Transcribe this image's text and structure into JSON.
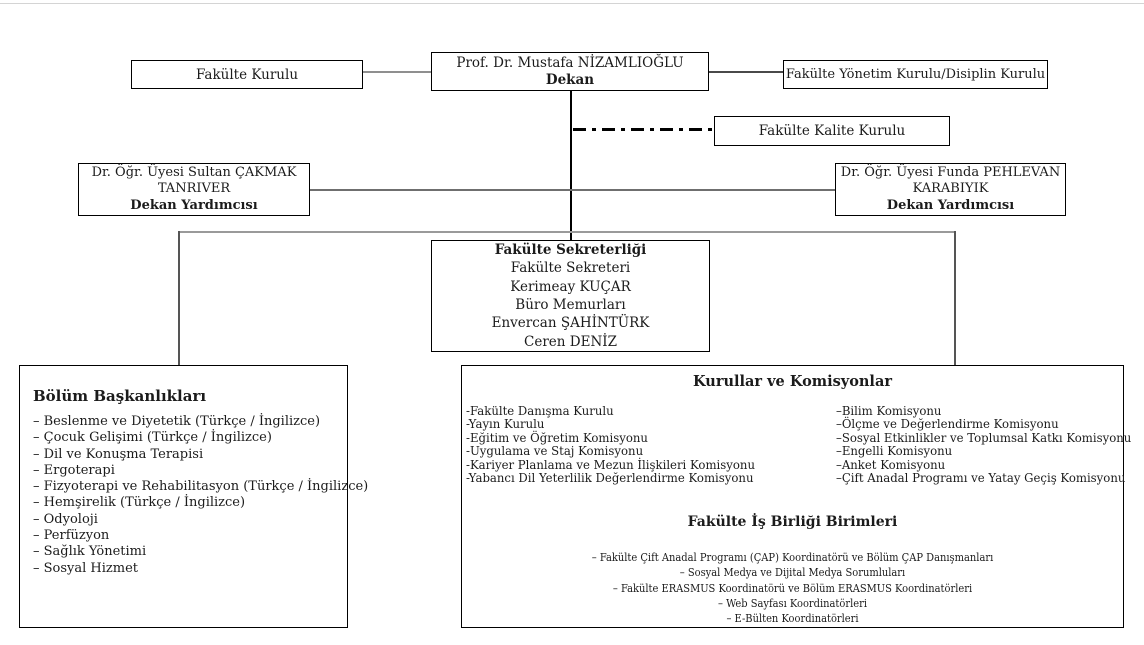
{
  "chart": {
    "fakulte_kurulu": "Fakülte Kurulu",
    "dekan": {
      "name": "Prof. Dr. Mustafa NİZAMLIOĞLU",
      "role": "Dekan"
    },
    "yonetim_kurulu": "Fakülte Yönetim Kurulu/Disiplin Kurulu",
    "kalite_kurulu": "Fakülte Kalite Kurulu",
    "dekan_yardimcisi_sol": {
      "name": "Dr. Öğr. Üyesi Sultan ÇAKMAK TANRIVER",
      "role": "Dekan Yardımcısı"
    },
    "dekan_yardimcisi_sag": {
      "name": "Dr. Öğr. Üyesi Funda PEHLEVAN KARABIYIK",
      "role": "Dekan Yardımcısı"
    },
    "sekreterlik": {
      "title": "Fakülte Sekreterliği",
      "lines": [
        "Fakülte Sekreteri",
        "Kerimeay KUÇAR",
        "Büro Memurları",
        "Envercan ŞAHİNTÜRK",
        "Ceren DENİZ"
      ]
    },
    "bolum_baskanliklari": {
      "title": "Bölüm Başkanlıkları",
      "items": [
        "– Beslenme ve Diyetetik (Türkçe / İngilizce)",
        "– Çocuk Gelişimi (Türkçe / İngilizce)",
        "– Dil ve Konuşma Terapisi",
        "– Ergoterapi",
        "– Fizyoterapi ve Rehabilitasyon (Türkçe / İngilizce)",
        "– Hemşirelik (Türkçe / İngilizce)",
        "– Odyoloji",
        "– Perfüzyon",
        "– Sağlık Yönetimi",
        "– Sosyal Hizmet"
      ]
    },
    "kurullar": {
      "title": "Kurullar ve Komisyonlar",
      "left_items": [
        "-Fakülte Danışma Kurulu",
        "-Yayın Kurulu",
        "-Eğitim ve Öğretim Komisyonu",
        "-Uygulama ve Staj Komisyonu",
        "-Kariyer Planlama ve Mezun İlişkileri Komisyonu",
        "-Yabancı Dil Yeterlilik Değerlendirme Komisyonu"
      ],
      "right_items": [
        "–Bilim Komisyonu",
        "–Ölçme ve Değerlendirme Komisyonu",
        "–Sosyal Etkinlikler ve Toplumsal Katkı Komisyonu",
        "–Engelli Komisyonu",
        "–Anket Komisyonu",
        "–Çift Anadal Programı ve Yatay Geçiş Komisyonu"
      ],
      "isbirligi_title": "Fakülte İş Birliği Birimleri",
      "isbirligi_items": [
        "– Fakülte Çift Anadal Programı (ÇAP) Koordinatörü ve Bölüm ÇAP Danışmanları",
        "– Sosyal Medya ve Dijital Medya Sorumluları",
        "– Fakülte ERASMUS Koordinatörü ve Bölüm ERASMUS Koordinatörleri",
        "– Web Sayfası Koordinatörleri",
        "– E-Bülten Koordinatörleri"
      ]
    }
  }
}
